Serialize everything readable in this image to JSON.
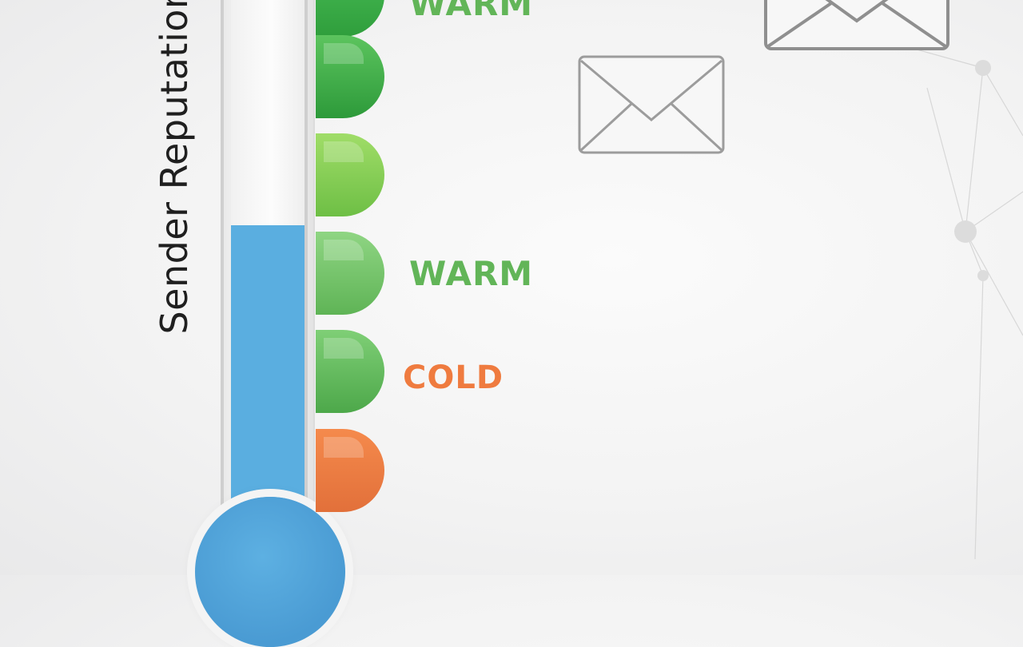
{
  "axis_label": "Sender Reputation",
  "gauge": {
    "fill_fraction": 0.56,
    "fill_color": "#5aaee0"
  },
  "steps": [
    {
      "color_top": "#4bbf57",
      "color_bottom": "#2f9e3c"
    },
    {
      "color_top": "#5cc45e",
      "color_bottom": "#2d9a3a"
    },
    {
      "color_top": "#a0dd68",
      "color_bottom": "#6ebf45"
    },
    {
      "color_top": "#8fd583",
      "color_bottom": "#5fb456"
    },
    {
      "color_top": "#7fcf76",
      "color_bottom": "#4da84a"
    },
    {
      "color_top": "#f58a4c",
      "color_bottom": "#e2703a"
    }
  ],
  "labels": {
    "warm_top": "WARM",
    "warm": "WARM",
    "cold": "COLD"
  },
  "icons": {
    "envelope_main": "envelope-icon",
    "envelope_top": "envelope-icon",
    "network": "network-icon"
  },
  "colors": {
    "warm": "#62b558",
    "cold": "#ef7b3f"
  }
}
